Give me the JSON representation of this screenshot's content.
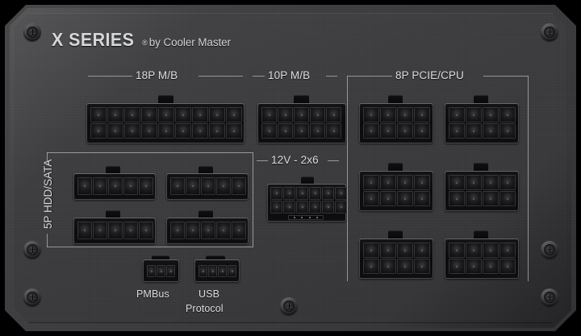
{
  "device": {
    "brand_series": "X SERIES",
    "registered_mark": "®",
    "brand_maker": "by Cooler Master",
    "panel_color": "#3b3b3d",
    "silkscreen_color": "#dcdddf"
  },
  "labels": {
    "mb18": "18P M/B",
    "mb10": "10P M/B",
    "pcie_cpu": "8P PCIE/CPU",
    "v12_2x6": "12V - 2x6",
    "hdd_sata": "5P HDD/SATA",
    "pmbus": "PMBus",
    "usb_line1": "USB",
    "usb_line2": "Protocol"
  },
  "connector_groups": [
    {
      "id": "mb18",
      "label": "18P M/B",
      "count": 1,
      "pins": 18,
      "cols": 9,
      "rows": 2
    },
    {
      "id": "mb10",
      "label": "10P M/B",
      "count": 1,
      "pins": 10,
      "cols": 5,
      "rows": 2
    },
    {
      "id": "v12",
      "label": "12V - 2x6",
      "count": 1,
      "pins": 12,
      "cols": 6,
      "rows": 2
    },
    {
      "id": "pcie",
      "label": "8P PCIE/CPU",
      "count": 6,
      "pins": 8,
      "cols": 4,
      "rows": 2
    },
    {
      "id": "sata",
      "label": "5P HDD/SATA",
      "count": 4,
      "pins": 5,
      "cols": 5,
      "rows": 1
    },
    {
      "id": "pmbus",
      "label": "PMBus",
      "count": 1,
      "pins": 3,
      "cols": 3,
      "rows": 1
    },
    {
      "id": "usb",
      "label": "USB Protocol",
      "count": 1,
      "pins": 4,
      "cols": 4,
      "rows": 1
    }
  ],
  "screws": {
    "count": 7,
    "type": "phillips"
  }
}
